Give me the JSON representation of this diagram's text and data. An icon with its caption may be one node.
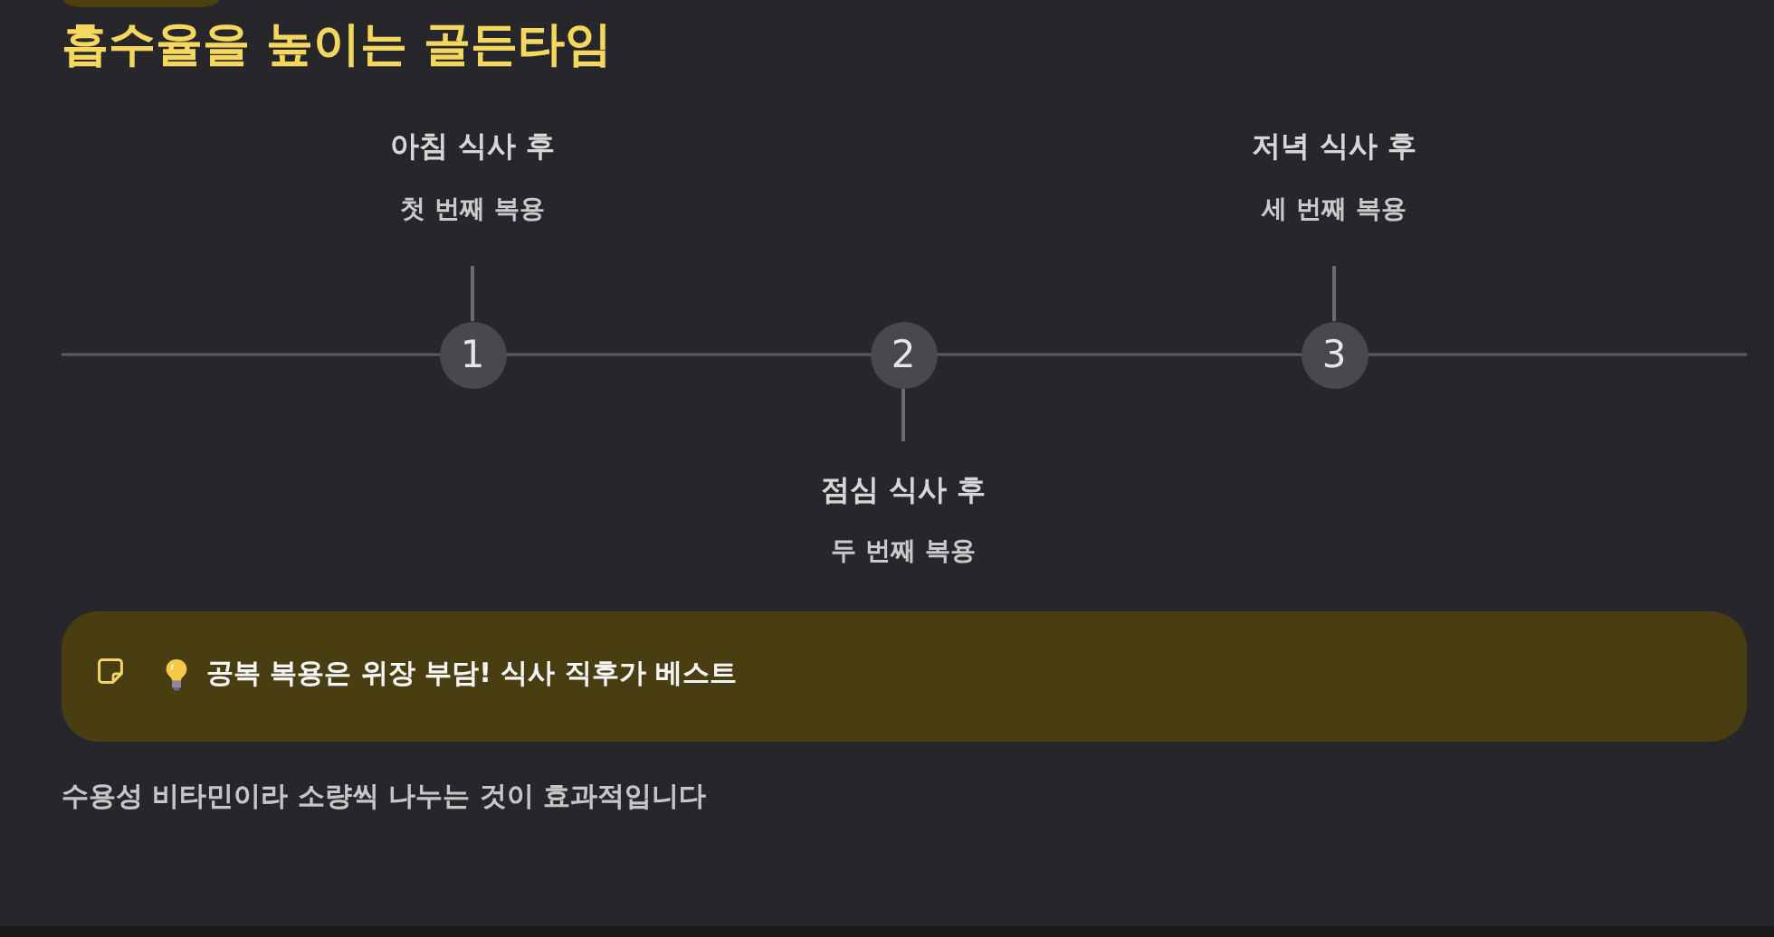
{
  "diagram": {
    "title": "흡수율을 높이는 골든타임",
    "nodes": [
      {
        "text": [
          "아침 식사 후",
          "첫 번째 복용"
        ]
      },
      {
        "text": [
          "1"
        ]
      },
      {
        "text": [
          "2"
        ]
      },
      {
        "text": [
          "점심 식사 후",
          "두 번째 복용"
        ]
      },
      {
        "text": [
          "저녁 식사 후",
          "세 번째 복용"
        ]
      },
      {
        "text": [
          "3"
        ]
      },
      {
        "text": [
          "공복 복용은 위장 부담! 식사 직후가 베스트"
        ]
      }
    ],
    "edges": [
      {
        "from": 0,
        "to": 1,
        "arrow": "none"
      },
      {
        "from": 3,
        "to": 2,
        "arrow": "none"
      },
      {
        "from": 4,
        "to": 5,
        "arrow": "none"
      }
    ],
    "labels": [
      "수용성 비타민이라 소량씩 나누는 것이 효과적입니다"
    ]
  }
}
